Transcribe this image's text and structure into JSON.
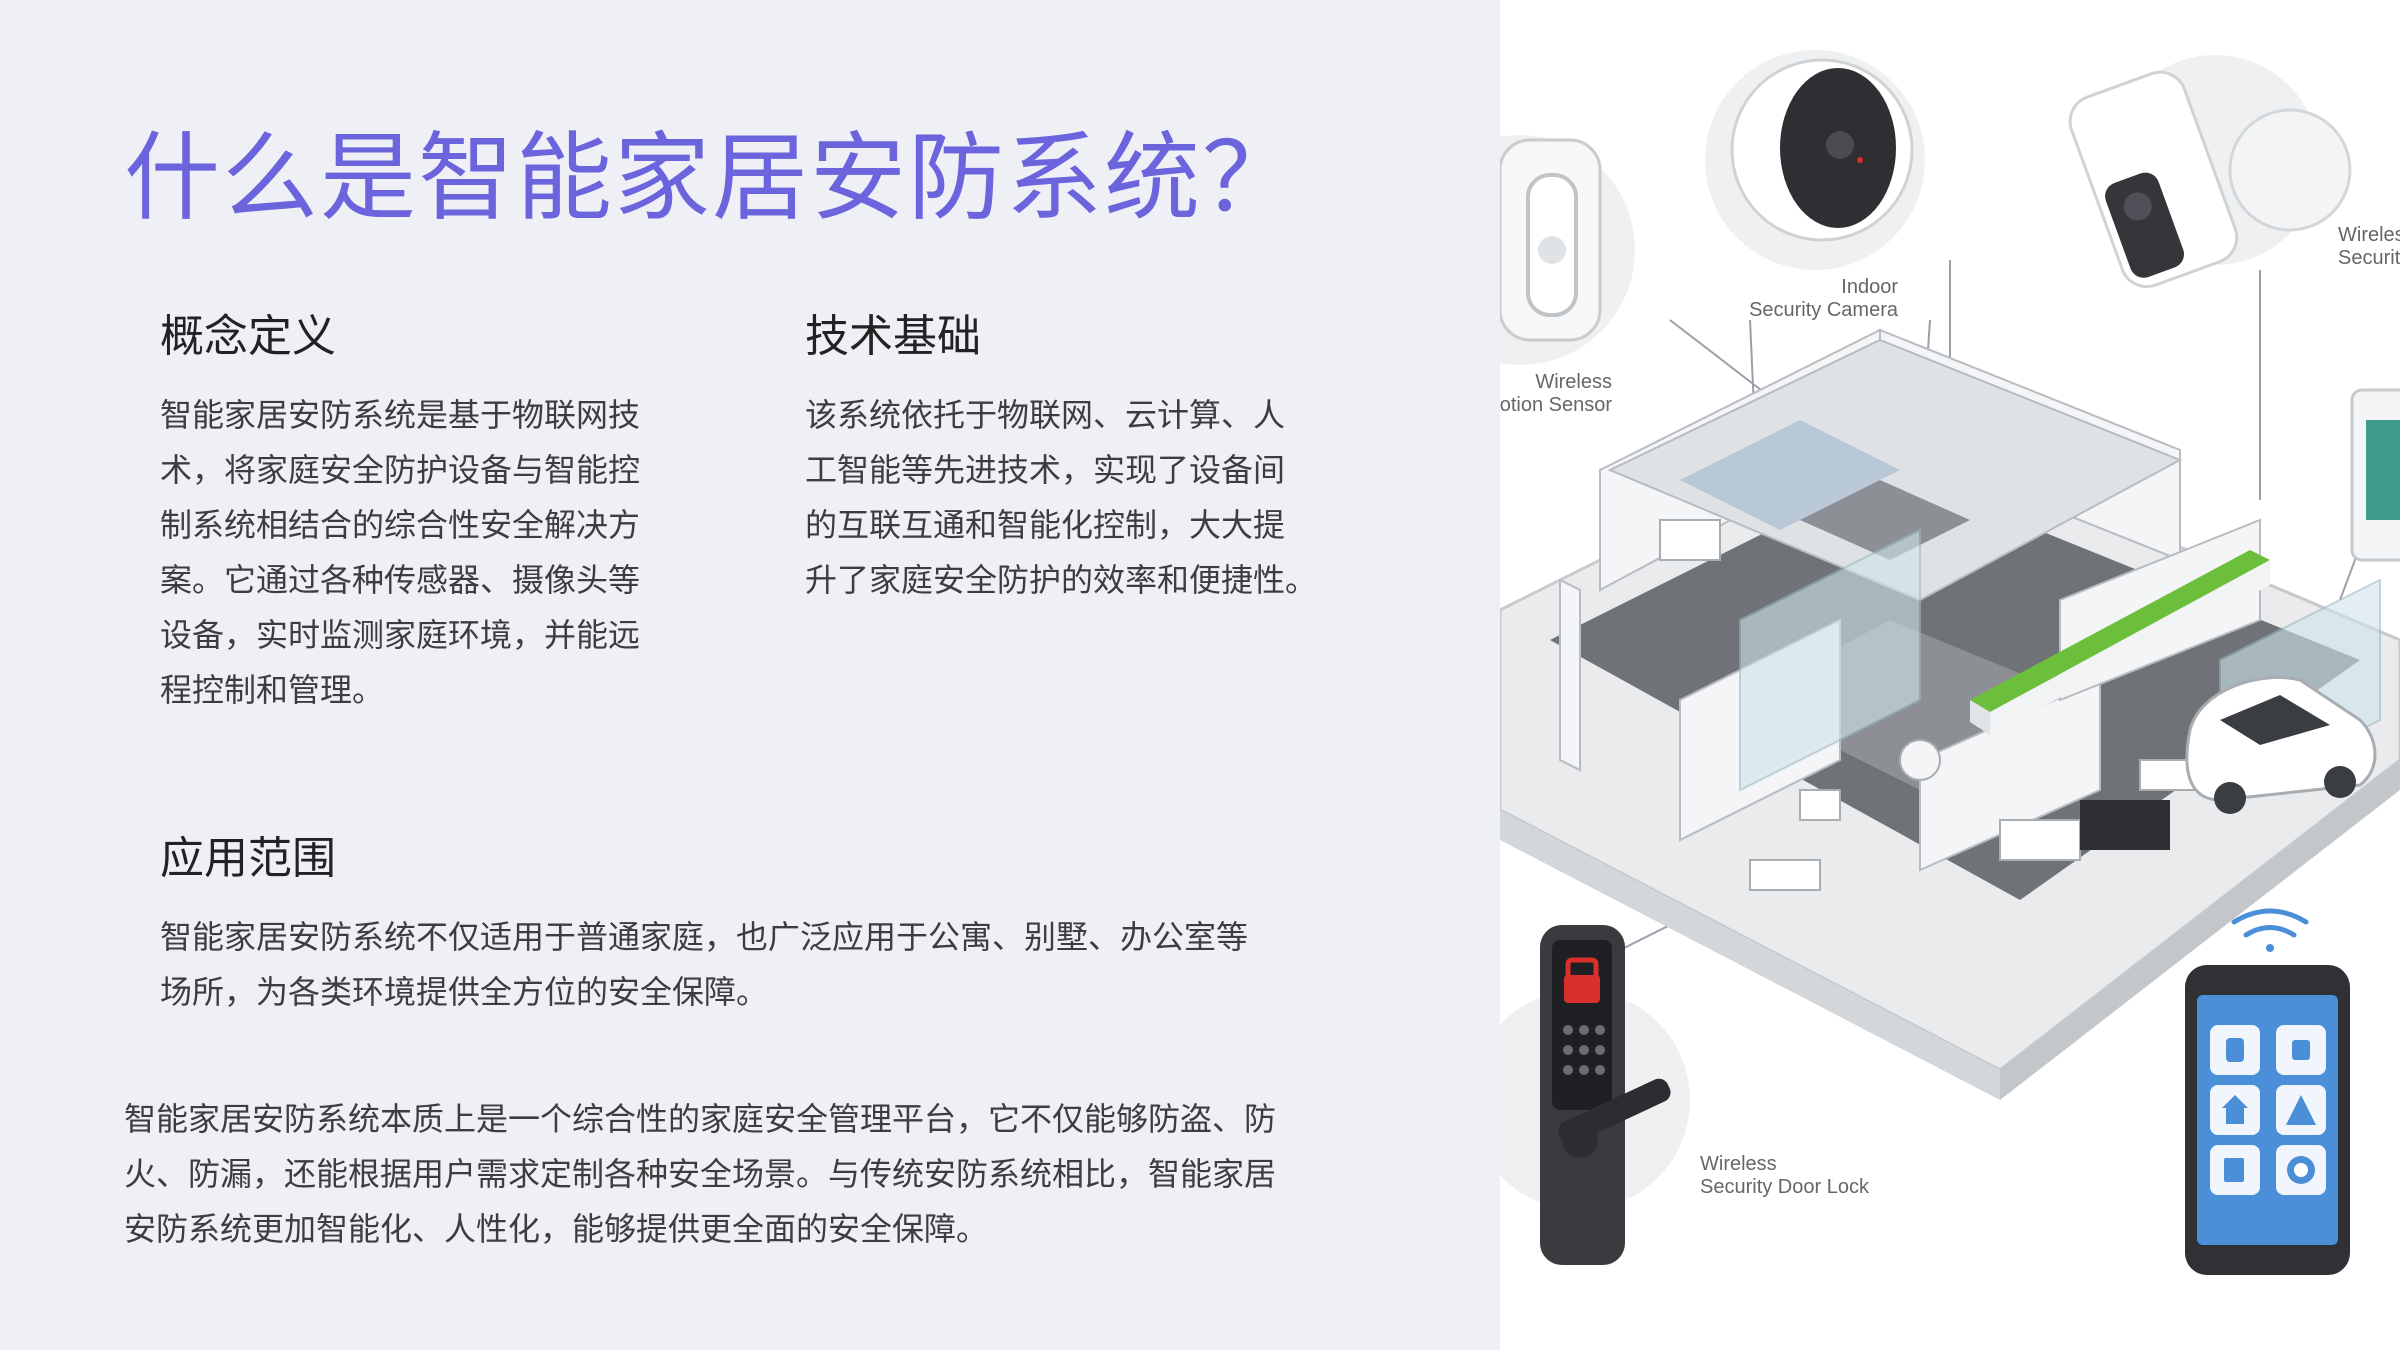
{
  "page": {
    "title": "什么是智能家居安防系统？"
  },
  "sections": {
    "concept": {
      "heading": "概念定义",
      "lines": [
        "智能家居安防系统是基于物联网技",
        "术，将家庭安全防护设备与智能控",
        "制系统相结合的综合性安全解决方",
        "案。它通过各种传感器、摄像头等",
        "设备，实时监测家庭环境，并能远",
        "程控制和管理。"
      ]
    },
    "tech": {
      "heading": "技术基础",
      "lines": [
        "该系统依托于物联网、云计算、人",
        "工智能等先进技术，实现了设备间",
        "的互联互通和智能化控制，大大提",
        "升了家庭安全防护的效率和便捷性。"
      ]
    },
    "application": {
      "heading": "应用范围",
      "lines": [
        "智能家居安防系统不仅适用于普通家庭，也广泛应用于公寓、别墅、办公室等",
        "场所，为各类环境提供全方位的安全保障。"
      ]
    }
  },
  "summary": {
    "lines": [
      "智能家居安防系统本质上是一个综合性的家庭安全管理平台，它不仅能够防盗、防",
      "火、防漏，还能根据用户需求定制各种安全场景。与传统安防系统相比，智能家居",
      "安防系统更加智能化、人性化，能够提供更全面的安全保障。"
    ]
  },
  "illustration": {
    "labels": {
      "indoor_camera": [
        "Indoor",
        "Security Camera"
      ],
      "motion_sensor": [
        "Wireless",
        "otion Sensor"
      ],
      "outdoor_camera": [
        "Wireles",
        "Securit"
      ],
      "door_lock": [
        "Wireless",
        "Security Door Lock"
      ]
    },
    "colors": {
      "accent": "#6b64dc",
      "phone_screen": "#4a8fd8",
      "lock_red": "#d9302c",
      "garden_green": "#6cbf3a"
    }
  }
}
